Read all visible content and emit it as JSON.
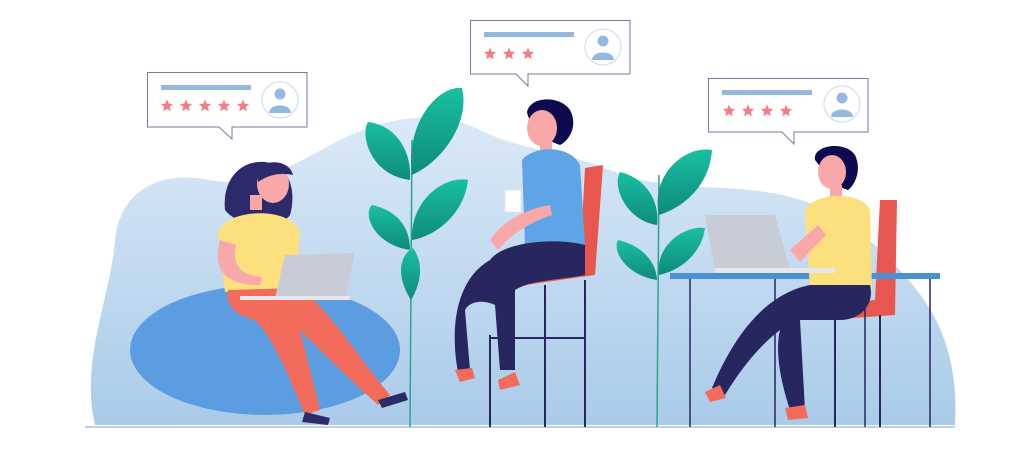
{
  "reviews": [
    {
      "rating": 5
    },
    {
      "rating": 3
    },
    {
      "rating": 4
    }
  ],
  "colors": {
    "background_blob": "#cfe3f5",
    "star": "#f47c84",
    "bubble_border": "#7a7a9e",
    "bubble_bar": "#94b9e0",
    "avatar": "#94b9e0",
    "leaf": "#17b89a",
    "hair": "#0e0a4f",
    "skin": "#f8a8a8",
    "pants_navy": "#27265e",
    "chair": "#e8574f",
    "beanbag": "#5c9ce0",
    "shirt_yellow": "#fbe07d",
    "shirt_blue": "#5fa4e6",
    "laptop": "#c0c4d0",
    "desk": "#4a90d6"
  }
}
